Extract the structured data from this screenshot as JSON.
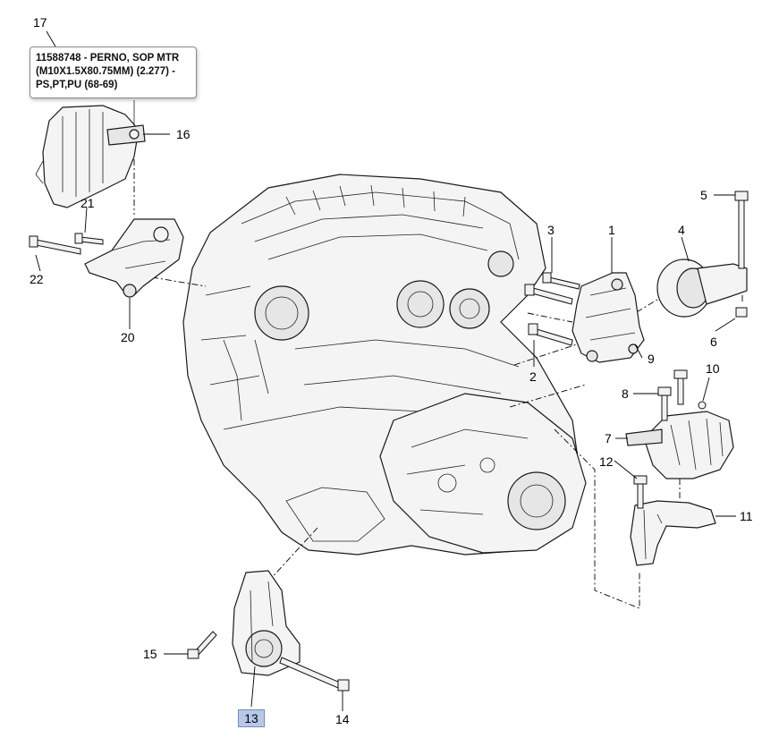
{
  "tooltip": {
    "lines": [
      "11588748 - PERNO, SOP MTR",
      "(M10X1.5X80.75MM) (2.277) -",
      "PS,PT,PU (68-69)"
    ]
  },
  "callouts": {
    "c1": "1",
    "c2": "2",
    "c3": "3",
    "c4": "4",
    "c5": "5",
    "c6": "6",
    "c7": "7",
    "c8": "8",
    "c9": "9",
    "c10": "10",
    "c11": "11",
    "c12": "12",
    "c13": "13",
    "c14": "14",
    "c15": "15",
    "c16": "16",
    "c17": "17",
    "c20": "20",
    "c21": "21",
    "c22": "22"
  },
  "highlighted_callout": "13",
  "colors": {
    "highlight_fill": "#b9c8e8",
    "highlight_border": "#6f8cc6",
    "line_art": "#1a1a1a"
  }
}
